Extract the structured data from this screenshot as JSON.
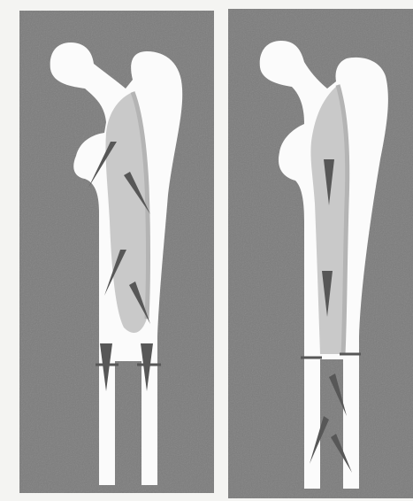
{
  "figure": {
    "panels": [
      {
        "id": "left",
        "bone_color": "#fbfbfb",
        "canal_color": "#c9c9c9",
        "arrows": [
          {
            "direction": "down-left"
          },
          {
            "direction": "down-right"
          },
          {
            "direction": "down-left"
          },
          {
            "direction": "down-right"
          },
          {
            "direction": "down"
          },
          {
            "direction": "down"
          }
        ]
      },
      {
        "id": "right",
        "bone_color": "#fbfbfb",
        "canal_color": "#c9c9c9",
        "arrows": [
          {
            "direction": "down"
          },
          {
            "direction": "down"
          },
          {
            "direction": "down-right"
          },
          {
            "direction": "down-left"
          },
          {
            "direction": "down-right"
          }
        ]
      }
    ],
    "colors": {
      "background": "#7c7c7c",
      "page": "#f4f4f2",
      "arrow": "#575757"
    }
  }
}
